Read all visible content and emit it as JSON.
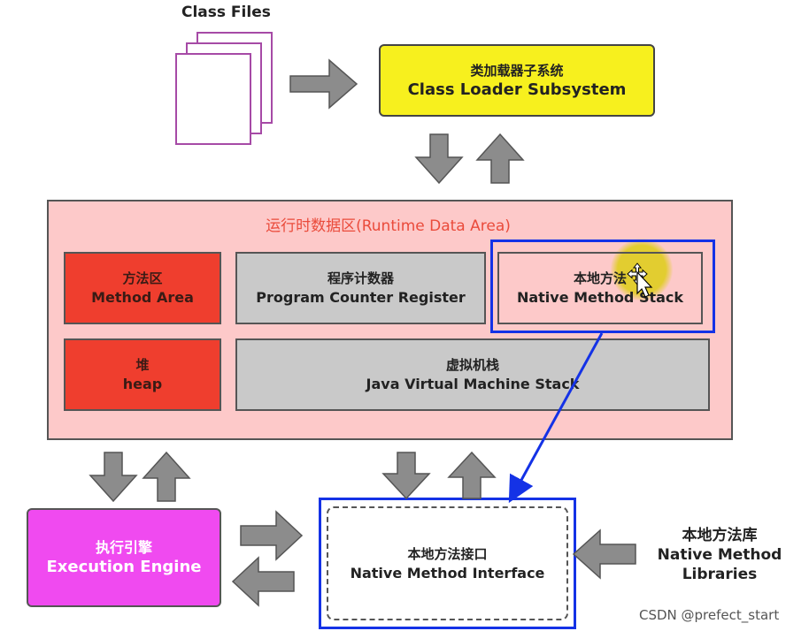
{
  "class_files": {
    "label": "Class Files"
  },
  "class_loader": {
    "cn": "类加载器子系统",
    "en": "Class Loader Subsystem"
  },
  "runtime_data_area": {
    "title": "运行时数据区(Runtime Data Area)",
    "method_area": {
      "cn": "方法区",
      "en": "Method Area"
    },
    "pc_register": {
      "cn": "程序计数器",
      "en": "Program Counter Register"
    },
    "native_method_stack": {
      "cn": "本地方法",
      "en": "Native Method Stack"
    },
    "heap": {
      "cn": "堆",
      "en": "heap"
    },
    "jvm_stack": {
      "cn": "虚拟机栈",
      "en": "Java Virtual Machine Stack"
    }
  },
  "execution_engine": {
    "cn": "执行引擎",
    "en": "Execution Engine"
  },
  "native_method_interface": {
    "cn": "本地方法接口",
    "en": "Native Method Interface"
  },
  "native_method_libraries": {
    "cn": "本地方法库",
    "en1": "Native Method",
    "en2": "Libraries"
  },
  "watermark": "CSDN @prefect_start",
  "colors": {
    "loader": "#f7f01e",
    "runtime_area": "#fdc9c9",
    "red_block": "#ef3e2e",
    "gray_block": "#c9c9c9",
    "execution_engine": "#f04af0",
    "highlight": "#1432e6",
    "arrow": "#8c8c8c"
  }
}
